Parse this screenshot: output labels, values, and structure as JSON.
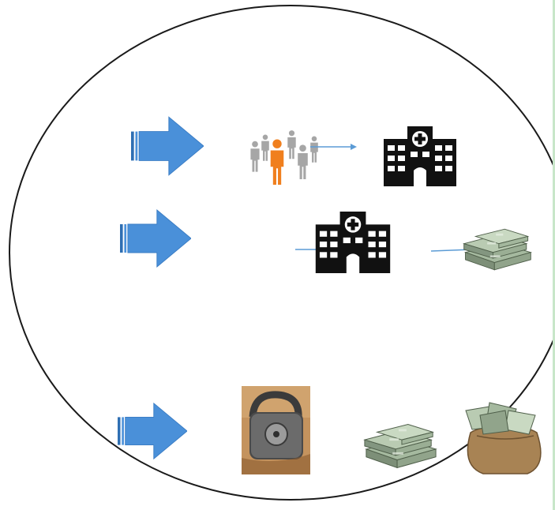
{
  "colors": {
    "background": "#ffffff",
    "outline": "#1a1a1a",
    "arrow_fill": "#4a90d9",
    "arrow_dark": "#2f6fb3",
    "connector": "#5b9bd5",
    "person_highlight": "#f07f1e",
    "person_gray": "#a6a6a6",
    "hospital": "#111111",
    "cash_green": "#8fa58a",
    "bag_tan": "#a88354",
    "lock_wood": "#b07a47",
    "edge_strip": "#c8e6c9"
  },
  "rows": [
    {
      "id": "patients-to-hospital",
      "arrow_icon": "block-right-arrow-icon",
      "items": [
        "people-group-icon",
        "connector-arrow",
        "hospital-icon"
      ]
    },
    {
      "id": "hospital-to-money",
      "arrow_icon": "block-right-arrow-icon",
      "items": [
        "connector-line",
        "hospital-icon",
        "connector-line",
        "cash-stack-icon"
      ]
    },
    {
      "id": "lock-to-money",
      "arrow_icon": "block-right-arrow-icon",
      "items": [
        "padlock-photo-icon",
        "cash-stack-icon",
        "money-bag-icon"
      ]
    }
  ]
}
